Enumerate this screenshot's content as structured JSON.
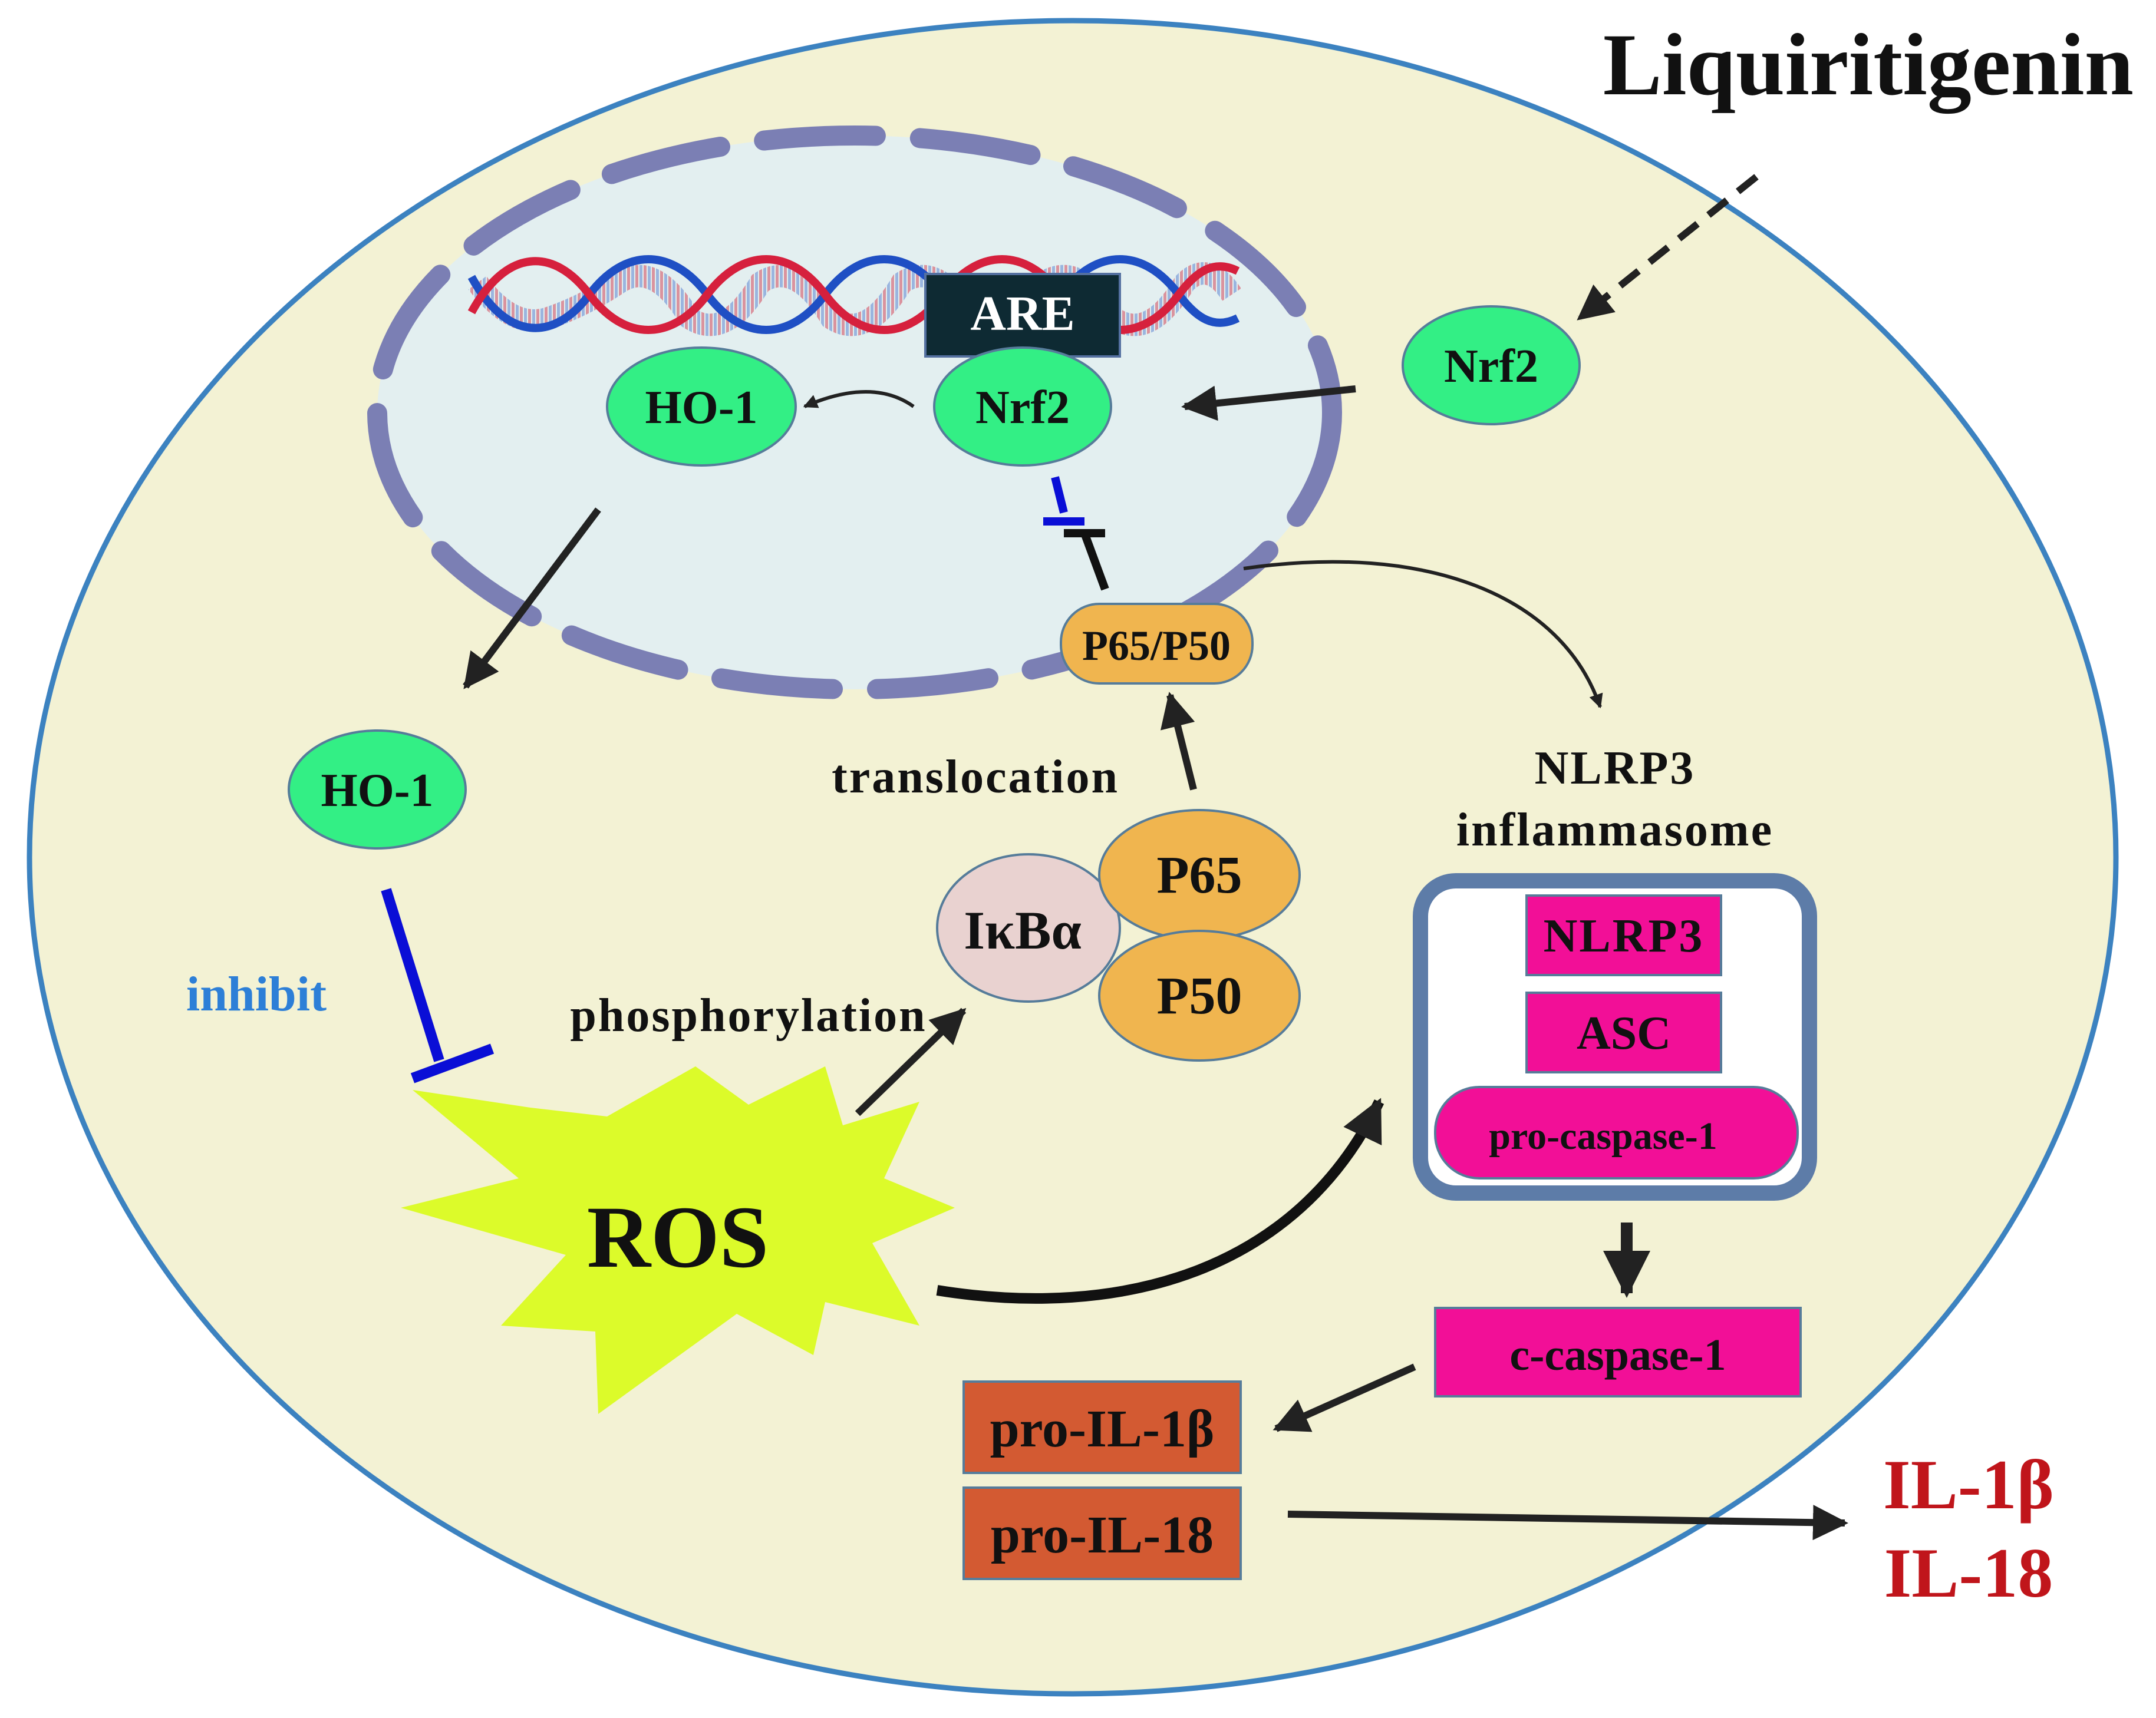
{
  "drug": "Liquiritigenin",
  "nucleus": {
    "are": "ARE",
    "ho1": "HO-1",
    "nrf2": "Nrf2"
  },
  "cytoplasm": {
    "nrf2": "Nrf2",
    "ho1": "HO-1",
    "p65p50": "P65/P50",
    "translocation": "translocation",
    "ikba": "IκBα",
    "p65": "P65",
    "p50": "P50",
    "phosphorylation": "phosphorylation",
    "inhibit": "inhibit",
    "ros": "ROS",
    "inflammasome_line1": "NLRP3",
    "inflammasome_line2": "inflammasome",
    "nlrp3": "NLRP3",
    "asc": "ASC",
    "pro_caspase": "pro-caspase-1",
    "c_caspase": "c-caspase-1",
    "pro_il1b": "pro-IL-1β",
    "pro_il18": "pro-IL-18"
  },
  "outputs": {
    "il1b": "IL-1β",
    "il18": "IL-18"
  },
  "colors": {
    "cell_fill": "#f3f2d4",
    "cell_border": "#3c82c0",
    "nucleus_fill": "#e3eff0",
    "nucleus_border": "#7b7fb4",
    "green_node": "#33ef85",
    "orange_node": "#f0b54f",
    "pink_box": "#f20f97",
    "brick_box": "#d35a32",
    "ros_star": "#dcfb2a",
    "ikba_fill": "#e9d2d0",
    "inhibit_blue": "#0a0ed6",
    "label_blue": "#2d7fd7",
    "output_red": "#c0151b"
  }
}
